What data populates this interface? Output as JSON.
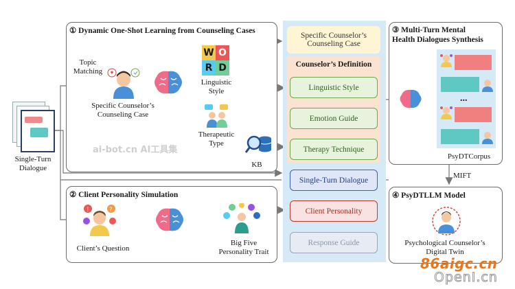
{
  "input": {
    "label_line1": "Single-Turn",
    "label_line2": "Dialogue"
  },
  "panel1": {
    "title": "① Dynamic One-Shot Learning from Counseling Cases",
    "topic_matching_line1": "Topic",
    "topic_matching_line2": "Matching",
    "case_line1": "Specific Counselor’s",
    "case_line2": "Counseling Case",
    "linguistic_line1": "Linguistic",
    "linguistic_line2": "Style",
    "therapeutic_line1": "Therapeutic",
    "therapeutic_line2": "Type",
    "kb": "KB",
    "puzzle_letters": [
      "W",
      "O",
      "R",
      "D"
    ]
  },
  "panel2": {
    "title": "② Client Personality Simulation",
    "client_question": "Client’s Question",
    "bigfive_line1": "Big Five",
    "bigfive_line2": "Personality Trait"
  },
  "center": {
    "top_box_line1": "Specific Counselor’s",
    "top_box_line2": "Counseling Case",
    "definition_title": "Counselor’s Definition",
    "items": [
      "Linguistic Style",
      "Emotion Guide",
      "Therapy Technique"
    ],
    "single_turn": "Single-Turn Dialogue",
    "client_personality": "Client Personality",
    "response_guide": "Response Guide"
  },
  "panel3": {
    "title_line1": "③ Multi-Turn Mental",
    "title_line2": "Health Dialogues Synthesis",
    "ellipsis": "...",
    "corpus": "PsyDTCorpus"
  },
  "mift": "MIFT",
  "panel4": {
    "title": "④ PsyDTLLM Model",
    "label_line1": "Psychological Counselor’s",
    "label_line2": "Digital Twin"
  },
  "watermarks": {
    "aibot": "ai-bot.cn AI工具集",
    "site1": "86aigc.cn",
    "site2": "OpenI.cn"
  },
  "colors": {
    "green": "#6aa84f",
    "blue": "#3d5fb0",
    "red": "#c0392b",
    "teal": "#5ec8c2",
    "pink": "#f08080"
  }
}
